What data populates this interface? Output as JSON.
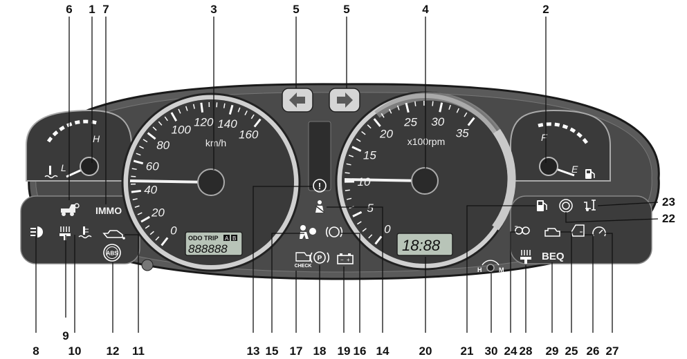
{
  "speedometer": {
    "labels": [
      "0",
      "20",
      "40",
      "60",
      "80",
      "100",
      "120",
      "140",
      "160"
    ],
    "unit": "km/h"
  },
  "tachometer": {
    "labels": [
      "0",
      "5",
      "10",
      "15",
      "20",
      "25",
      "30",
      "35"
    ],
    "unit": "x100rpm"
  },
  "temp_gauge": {
    "high": "H",
    "low": "L"
  },
  "fuel_gauge": {
    "full": "F",
    "empty": "E"
  },
  "odometer": {
    "label": "ODO TRIP",
    "trip_a": "A",
    "trip_b": "B",
    "digits": "888888"
  },
  "clock": {
    "digits": "18:88"
  },
  "lights_dial": {
    "high": "H",
    "low": "M"
  },
  "icon_text": {
    "immo": "IMMO",
    "abs": "ABS",
    "check": "CHECK",
    "park": "P",
    "beq": "BEQ",
    "warn": "!"
  },
  "callouts": [
    "1",
    "2",
    "3",
    "4",
    "5",
    "5",
    "6",
    "7",
    "8",
    "9",
    "10",
    "11",
    "12",
    "13",
    "14",
    "15",
    "16",
    "17",
    "18",
    "19",
    "20",
    "21",
    "22",
    "23",
    "24",
    "25",
    "26",
    "27",
    "28",
    "29",
    "30"
  ]
}
